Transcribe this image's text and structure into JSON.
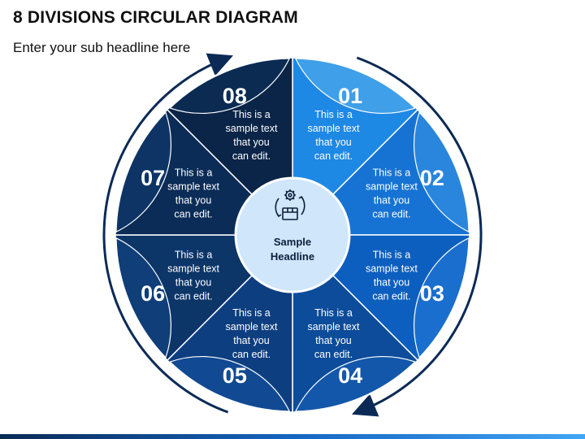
{
  "page": {
    "title": "8 DIVISIONS CIRCULAR DIAGRAM",
    "subtitle": "Enter your sub headline here"
  },
  "center": {
    "icon": "gear-box-cycle-icon",
    "headline_lines": [
      "Sample",
      "Headline"
    ]
  },
  "segments": [
    {
      "number": "01",
      "lines": [
        "This is a",
        "sample text",
        "that you",
        "can edit."
      ],
      "color_wedge": "#1e88e5",
      "color_petal": "#3f9fe8"
    },
    {
      "number": "02",
      "lines": [
        "This is a",
        "sample text",
        "that you",
        "can edit."
      ],
      "color_wedge": "#1673d4",
      "color_petal": "#2a86dd"
    },
    {
      "number": "03",
      "lines": [
        "This is a",
        "sample text",
        "that you",
        "can edit."
      ],
      "color_wedge": "#0d5fbf",
      "color_petal": "#1a6fce"
    },
    {
      "number": "04",
      "lines": [
        "This is a",
        "sample text",
        "that you",
        "can edit."
      ],
      "color_wedge": "#0c4c9a",
      "color_petal": "#1257aa"
    },
    {
      "number": "05",
      "lines": [
        "This is a",
        "sample text",
        "that you",
        "can edit."
      ],
      "color_wedge": "#0d3f80",
      "color_petal": "#114a92"
    },
    {
      "number": "06",
      "lines": [
        "This is a",
        "sample text",
        "that you",
        "can edit."
      ],
      "color_wedge": "#0c3568",
      "color_petal": "#0f3e78"
    },
    {
      "number": "07",
      "lines": [
        "This is a",
        "sample text",
        "that you",
        "can edit."
      ],
      "color_wedge": "#0b2c57",
      "color_petal": "#0d3465"
    },
    {
      "number": "08",
      "lines": [
        "This is a",
        "sample text",
        "that you",
        "can edit."
      ],
      "color_wedge": "#0a2548",
      "color_petal": "#0b2b53"
    }
  ],
  "colors": {
    "ring": "#0b2a55",
    "center_fill": "#cfe6fb",
    "center_stroke": "#ffffff",
    "divider": "#ffffff"
  }
}
